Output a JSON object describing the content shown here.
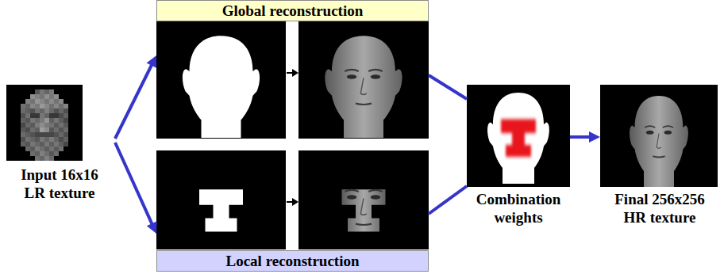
{
  "diagram": {
    "nodes": [
      {
        "text": [
          "Input 16x16 LR texture"
        ]
      },
      {
        "text": [
          "Global reconstruction"
        ]
      },
      {
        "text": [
          "Local reconstruction"
        ]
      },
      {
        "text": [
          "Combination weights"
        ]
      },
      {
        "text": [
          "Final 256x256 HR texture"
        ]
      }
    ],
    "edges": [
      {
        "from": 0,
        "to": 1,
        "arrow": "to"
      },
      {
        "from": 0,
        "to": 2,
        "arrow": "to"
      },
      {
        "from": 1,
        "to": 3,
        "arrow": "none"
      },
      {
        "from": 2,
        "to": 3,
        "arrow": "none"
      },
      {
        "from": 3,
        "to": 4,
        "arrow": "to"
      }
    ]
  }
}
